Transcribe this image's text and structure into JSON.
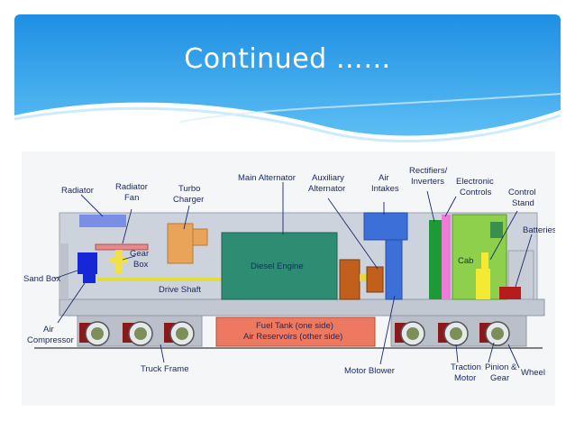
{
  "slide": {
    "title": "Continued ……"
  },
  "diagram": {
    "labels": {
      "radiator": "Radiator",
      "radiator_fan_1": "Radiator",
      "radiator_fan_2": "Fan",
      "turbo_1": "Turbo",
      "turbo_2": "Charger",
      "main_alternator": "Main Alternator",
      "aux_alt_1": "Auxiliary",
      "aux_alt_2": "Alternator",
      "air_intakes_1": "Air",
      "air_intakes_2": "Intakes",
      "rectifiers_1": "Rectifiers/",
      "rectifiers_2": "Inverters",
      "electronic_1": "Electronic",
      "electronic_2": "Controls",
      "control_stand_1": "Control",
      "control_stand_2": "Stand",
      "batteries": "Batteries",
      "sand_box": "Sand Box",
      "gear_box_1": "Gear",
      "gear_box_2": "Box",
      "drive_shaft": "Drive Shaft",
      "diesel_engine": "Diesel Engine",
      "cab": "Cab",
      "air_compressor_1": "Air",
      "air_compressor_2": "Compressor",
      "fuel_tank": "Fuel Tank (one side)",
      "air_reservoirs": "Air Reservoirs (other side)",
      "truck_frame": "Truck Frame",
      "motor_blower": "Motor Blower",
      "traction_motor_1": "Traction",
      "traction_motor_2": "Motor",
      "pinion_gear_1": "Pinion &",
      "pinion_gear_2": "Gear",
      "wheel": "Wheel"
    }
  },
  "colors": {
    "banner_top": "#1e8fe3",
    "banner_bottom": "#5ec0f5",
    "body": "#cdd3dc",
    "radiator": "#7b8ee6",
    "turbo": "#e9a45a",
    "diesel_engine": "#2e8c73",
    "alternator": "#c0601c",
    "air_intake": "#3c6fd8",
    "rectifier": "#1d9a36",
    "electronic_strip": "#f07ad8",
    "cab": "#8ed04b",
    "control": "#f5ea33",
    "batteries": "#b51c1c",
    "compressor": "#1628d6",
    "fuel_tank": "#ed7a60",
    "wheel_hub": "#8a1a1a",
    "label_text": "#1a2a6c"
  }
}
